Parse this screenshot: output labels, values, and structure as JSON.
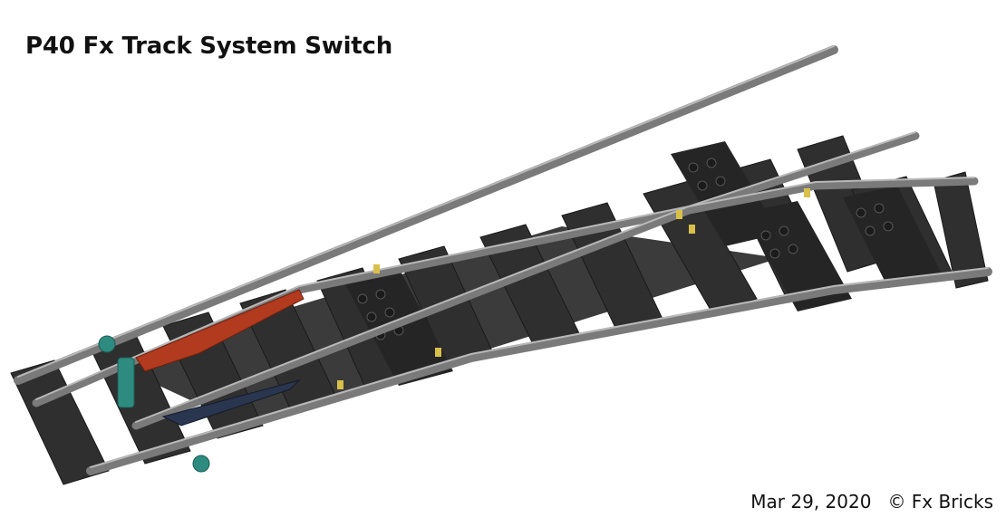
{
  "header": {
    "title": "P40 Fx Track System Switch"
  },
  "footer": {
    "date": "Mar 29, 2020",
    "copyright": "© Fx Bricks"
  },
  "colors": {
    "ties": "#2f2f2f",
    "rail": "#7a7a7a",
    "rail_highlight": "#b8b8b8",
    "studs": "#1b1b1b",
    "throw_bar_red": "#b23a1e",
    "throw_bar_navy": "#2a3550",
    "linkage_teal": "#2e8b80",
    "contacts_yellow": "#d8c04a"
  }
}
